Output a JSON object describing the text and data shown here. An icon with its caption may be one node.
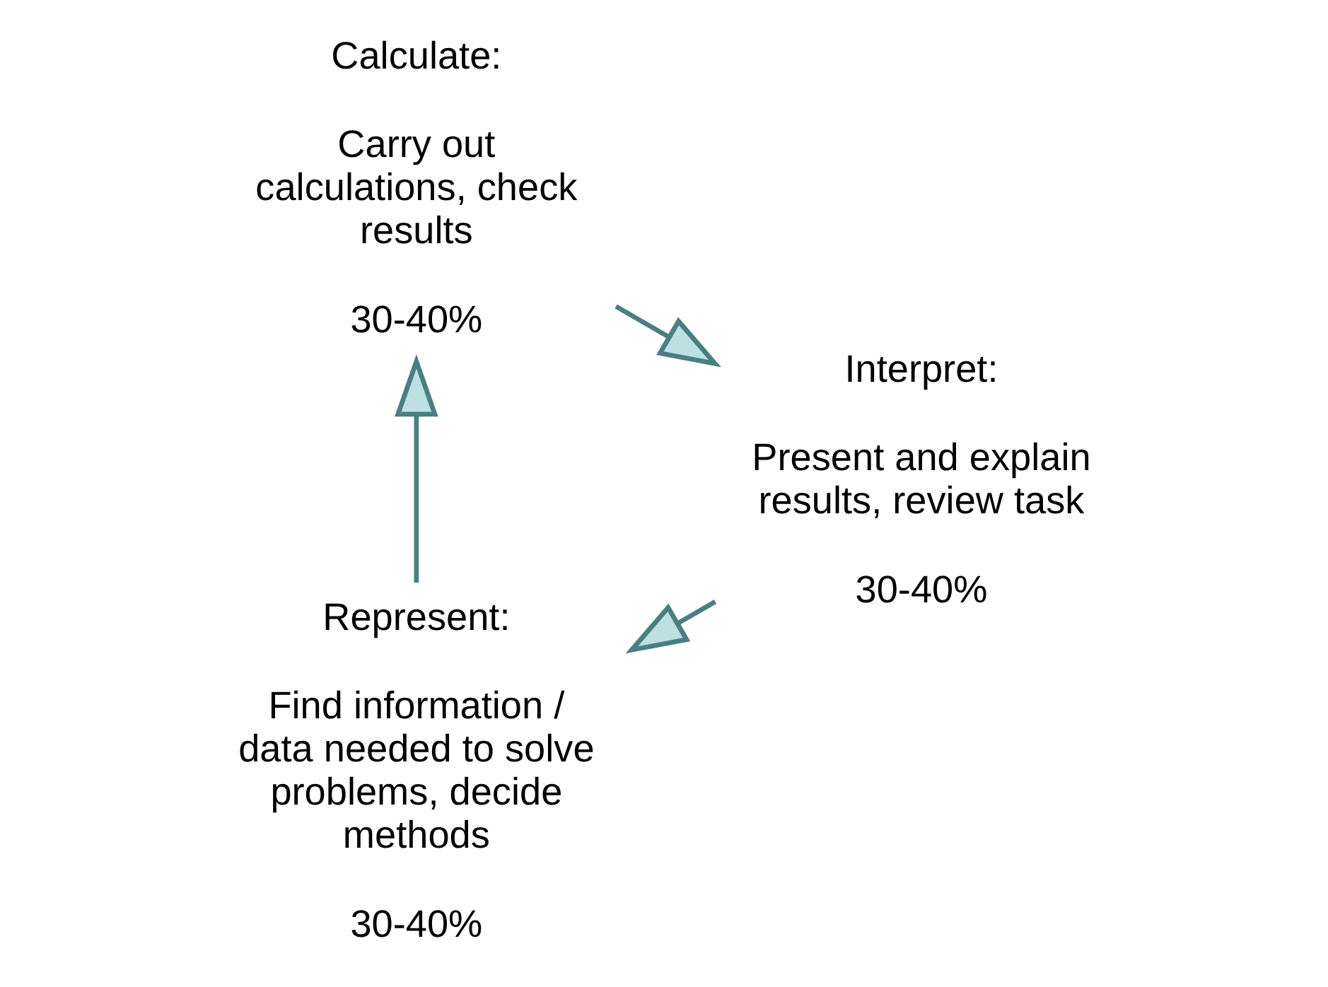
{
  "diagram": {
    "nodes": [
      {
        "text": [
          "Represent:",
          "Find information / data needed to solve problems, decide methods",
          "30-40%"
        ]
      },
      {
        "text": [
          "Calculate:",
          "Carry out calculations, check results",
          "30-40%"
        ]
      },
      {
        "text": [
          "Interpret:",
          "Present and explain results, review task",
          "30-40%"
        ]
      }
    ],
    "edges": [
      {
        "from": 0,
        "to": 1,
        "arrow": "to"
      },
      {
        "from": 1,
        "to": 2,
        "arrow": "to"
      },
      {
        "from": 2,
        "to": 0,
        "arrow": "to"
      }
    ]
  }
}
